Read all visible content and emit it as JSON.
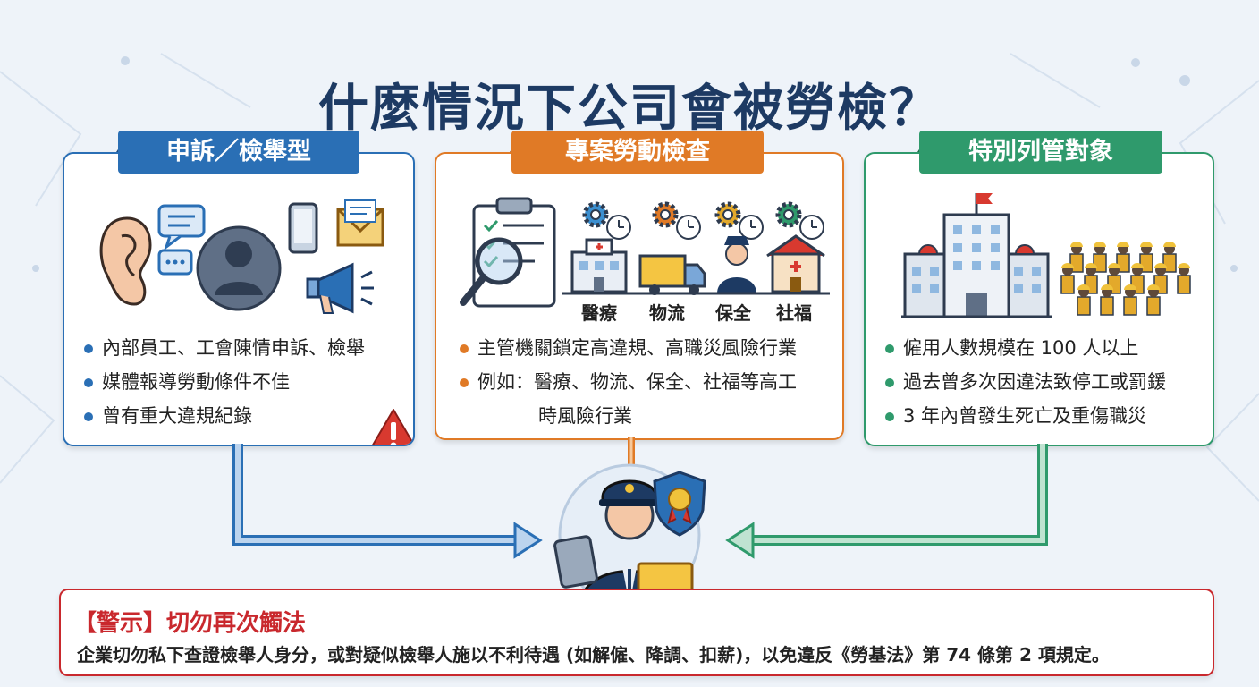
{
  "title": "什麼情況下公司會被勞檢？",
  "colors": {
    "blue": "#2a6fb5",
    "orange": "#e07a26",
    "green": "#2f9a6c",
    "red": "#c9282d",
    "navy": "#1d3a63"
  },
  "cards": [
    {
      "heading": "申訴／檢舉型",
      "items": [
        "內部員工、工會陳情申訴、檢舉",
        "媒體報導勞動條件不佳",
        "曾有重大違規紀錄"
      ]
    },
    {
      "heading": "專案勞動檢查",
      "icon_labels": [
        "醫療",
        "物流",
        "保全",
        "社福"
      ],
      "items": [
        "主管機關鎖定高違規、高職災風險行業",
        "例如：醫療、物流、保全、社福等高工"
      ],
      "item_continuation": "時風險行業"
    },
    {
      "heading": "特別列管對象",
      "items": [
        "僱用人數規模在 100 人以上",
        "過去曾多次因違法致停工或罰鍰",
        "3 年內曾發生死亡及重傷職災"
      ]
    }
  ],
  "warning": {
    "title": "【警示】切勿再次觸法",
    "body": "企業切勿私下查證檢舉人身分，或對疑似檢舉人施以不利待遇 (如解僱、降調、扣薪)，以免違反《勞基法》第 74 條第 2 項規定。"
  }
}
